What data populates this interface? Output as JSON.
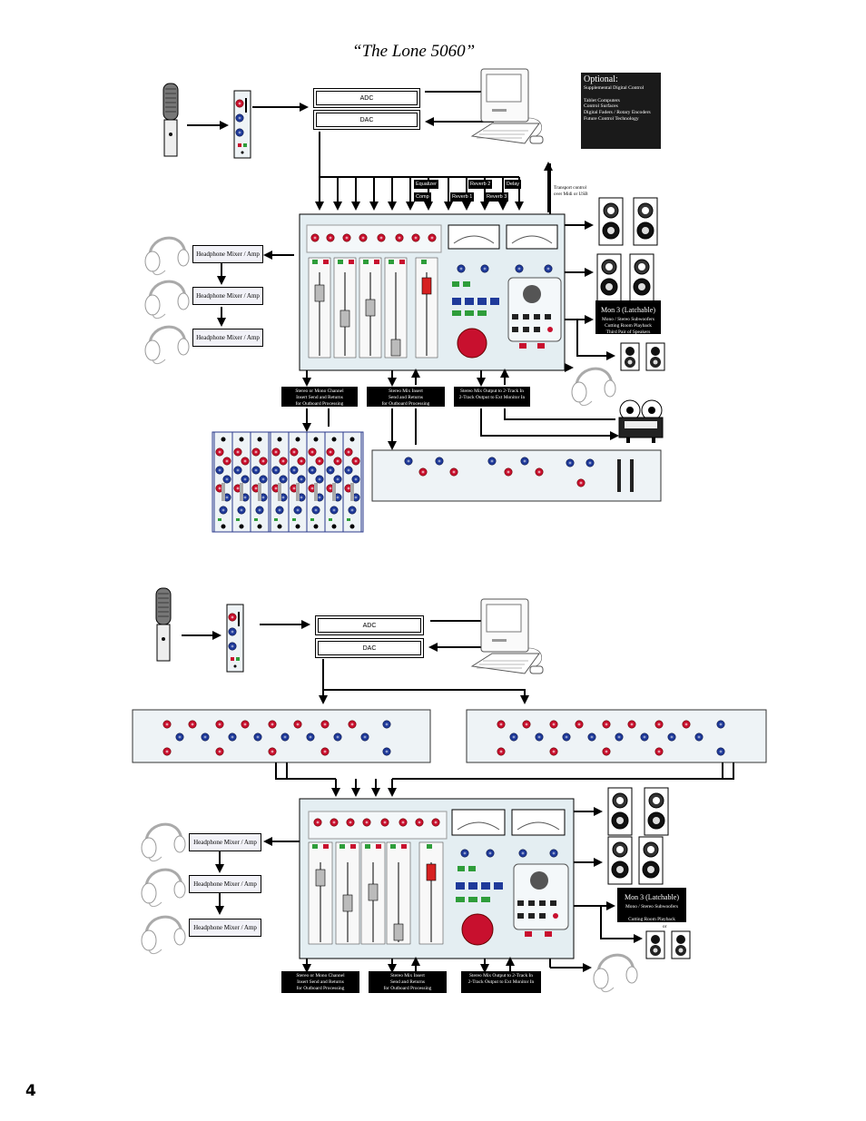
{
  "title": "“The Lone 5060”",
  "page_number": "4",
  "top": {
    "adc": "ADC",
    "dac": "DAC",
    "optional_title": "Optional:",
    "optional_lines": [
      "Supplemental Digital Control",
      "",
      "Tablet Computers",
      "Control Surfaces",
      "Digital Faders / Rotary Encoders",
      "Future Control Technology"
    ],
    "inserts": {
      "equalizer": "Equalizer",
      "comp": "Comp",
      "reverb2": "Reverb 2",
      "delay": "Delay",
      "reverb1": "Reverb 1",
      "reverb3": "Reverb 3"
    },
    "transport_note": [
      "Transport control",
      "over Midi or USB"
    ],
    "headphone": [
      "Headphone Mixer / Amp",
      "Headphone Mixer / Amp",
      "Headphone Mixer / Amp"
    ],
    "mon3_title": "Mon 3 (Latchable)",
    "mon3_lines": [
      "Mono / Stereo Subwoofers",
      "Cutting Room Playback",
      "Third Pair of Speakers"
    ],
    "send1": [
      "Stereo or Mono Channel",
      "Insert Send and Returns",
      "for Outboard Processing"
    ],
    "send2": [
      "Stereo Mix Insert",
      "Send and Returns",
      "for Outboard Processing"
    ],
    "send3": [
      "Stereo Mix Output to 2-Track In",
      "2-Track Output to Ext Monitor In"
    ]
  },
  "bottom": {
    "adc": "ADC",
    "dac": "DAC",
    "headphone": [
      "Headphone Mixer / Amp",
      "Headphone Mixer / Amp",
      "Headphone Mixer / Amp"
    ],
    "mon3_title": "Mon 3 (Latchable)",
    "mon3_lines": [
      "Mono / Stereo Subwoofers",
      "",
      "Cutting Room Playback"
    ],
    "or": "or",
    "send1": [
      "Stereo or Mono Channel",
      "Insert Send and Returns",
      "for Outboard Processing"
    ],
    "send2": [
      "Stereo Mix Insert",
      "Send and Returns",
      "for Outboard Processing"
    ],
    "send3": [
      "Stereo Mix Output to 2-Track In",
      "2-Track Output to Ext Monitor In"
    ]
  },
  "colors": {
    "panel": "#e4eef2",
    "knob_red": "#c8102e",
    "knob_blue": "#1f3a9a",
    "btn_green": "#2e9d3a",
    "fader_red": "#d62020"
  }
}
